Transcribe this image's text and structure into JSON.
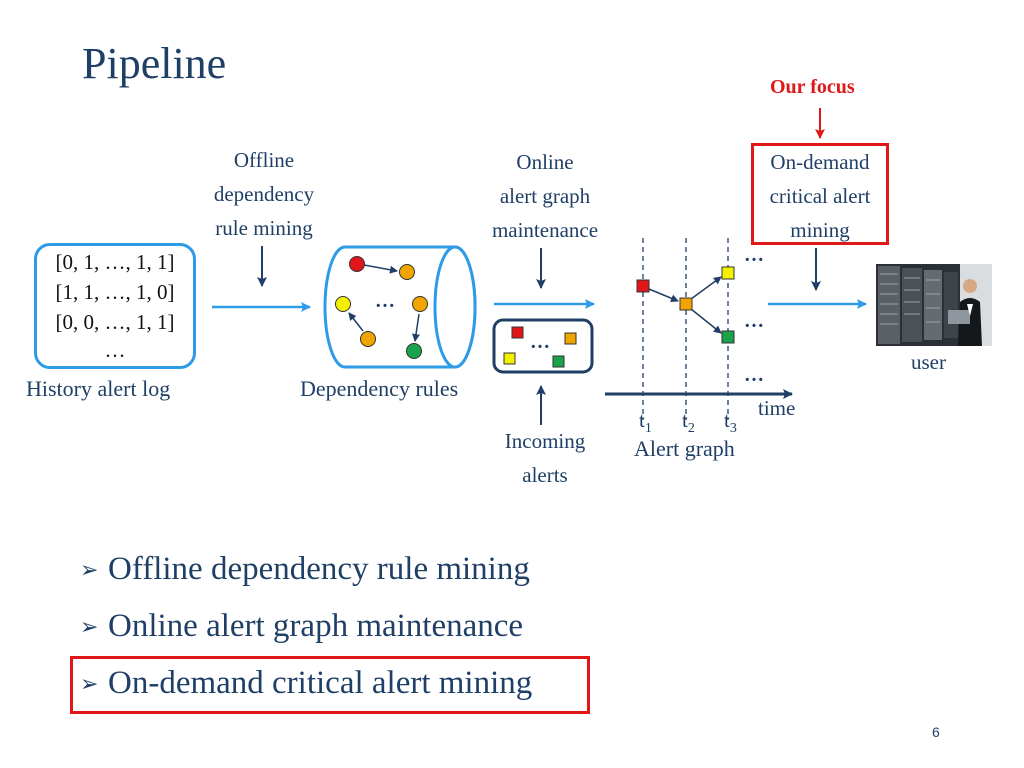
{
  "slide": {
    "title": "Pipeline",
    "focus_label": "Our focus",
    "page_number": "6"
  },
  "stages": {
    "offline": [
      "Offline",
      "dependency",
      "rule mining"
    ],
    "online": [
      "Online",
      "alert graph",
      "maintenance"
    ],
    "ondemand": [
      "On-demand",
      "critical alert",
      "mining"
    ]
  },
  "history_log": {
    "rows": [
      "[0, 1, …, 1, 1]",
      "[1, 1, …, 1, 0]",
      "[0, 0, …, 1, 1]",
      "…"
    ],
    "caption": "History alert log"
  },
  "dependency_rules": {
    "caption": "Dependency rules",
    "ellipsis": "…"
  },
  "incoming": {
    "lines": [
      "Incoming",
      "alerts"
    ],
    "ellipsis": "…"
  },
  "alert_graph": {
    "caption": "Alert graph",
    "time_label": "time",
    "ticks": [
      "t",
      "t",
      "t"
    ],
    "tick_subs": [
      "1",
      "2",
      "3"
    ],
    "ellipsis": "…"
  },
  "user": {
    "caption": "user"
  },
  "bullets": [
    "Offline dependency rule mining",
    "Online alert graph maintenance",
    "On-demand critical alert mining"
  ],
  "bullet_marker": "➢",
  "colors": {
    "title": "#1f3f66",
    "accent_blue": "#2e9be6",
    "focus_red": "#e01818",
    "node_red": "#e0161a",
    "node_orange": "#f0a500",
    "node_yellow": "#f5f000",
    "node_green": "#1aa34a",
    "arrow_dark": "#1f3f66"
  }
}
